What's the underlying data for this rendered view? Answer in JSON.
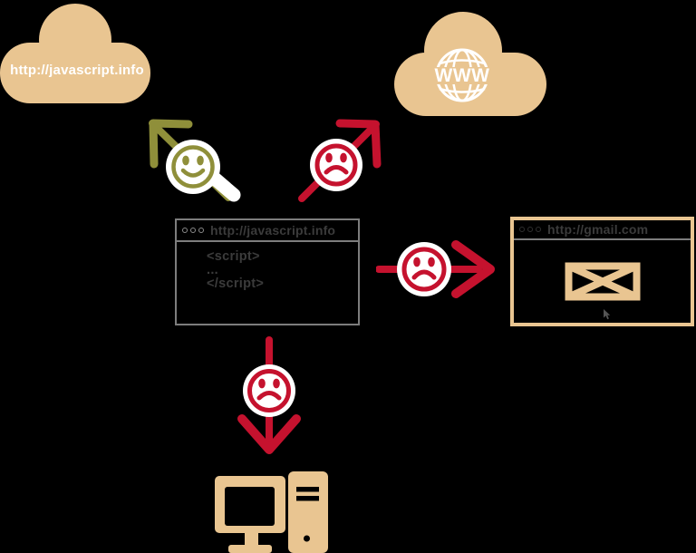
{
  "diagram": {
    "description": "Same-origin policy illustration: scripts from http://javascript.info may access their own origin (happy) but not other origins, the WWW, gmail.com or the local computer (sad)."
  },
  "colors": {
    "tan": "#e9c591",
    "red": "#c5122e",
    "olive": "#8f8f3a",
    "window_gray": "#7d7d7d",
    "title_text": "#3b3b3b",
    "background": "#000000",
    "white": "#ffffff"
  },
  "clouds": {
    "javascript": {
      "label": "http://javascript.info"
    },
    "www": {
      "label": "WWW",
      "icon": "globe-icon"
    }
  },
  "windows": {
    "javascript": {
      "title": "http://javascript.info",
      "code_lines": [
        "<script>",
        "...",
        "</script>"
      ]
    },
    "gmail": {
      "title": "http://gmail.com",
      "icon": "envelope-icon",
      "cursor": "mouse-cursor-icon"
    }
  },
  "arrows": [
    {
      "name": "arrow-to-javascript-cloud",
      "direction": "up-left",
      "mood": "happy",
      "color": "#8f8f3a"
    },
    {
      "name": "arrow-to-www-cloud",
      "direction": "up-right",
      "mood": "sad",
      "color": "#c5122e"
    },
    {
      "name": "arrow-to-gmail-window",
      "direction": "right",
      "mood": "sad",
      "color": "#c5122e"
    },
    {
      "name": "arrow-to-computer",
      "direction": "down",
      "mood": "sad",
      "color": "#c5122e"
    }
  ],
  "computer": {
    "icon": "desktop-computer-icon"
  }
}
